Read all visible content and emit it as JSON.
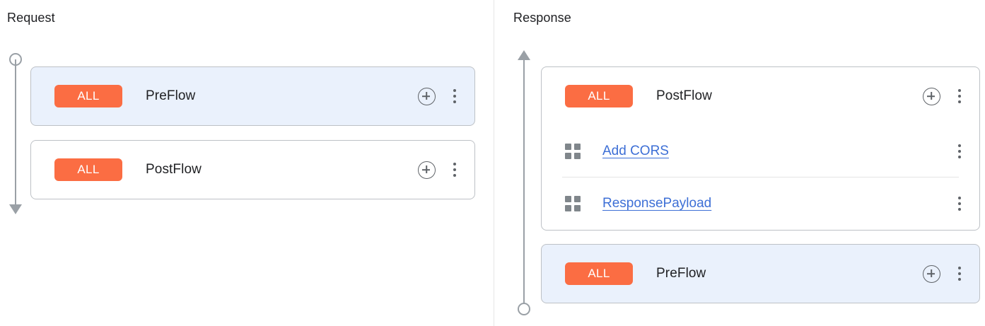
{
  "columns": {
    "request": {
      "heading": "Request",
      "rail": {
        "start_icon": "circle-endpoint-icon",
        "end_icon": "arrow-down-icon",
        "direction": "down"
      },
      "cards": [
        {
          "name": "PreFlow",
          "badge": "ALL",
          "selected": true,
          "add_icon": "plus-circle-icon",
          "menu_icon": "more-vert-icon",
          "policies": []
        },
        {
          "name": "PostFlow",
          "badge": "ALL",
          "selected": false,
          "add_icon": "plus-circle-icon",
          "menu_icon": "more-vert-icon",
          "policies": []
        }
      ]
    },
    "response": {
      "heading": "Response",
      "rail": {
        "start_icon": "arrow-up-icon",
        "end_icon": "circle-endpoint-icon",
        "direction": "up"
      },
      "cards": [
        {
          "name": "PostFlow",
          "badge": "ALL",
          "selected": false,
          "add_icon": "plus-circle-icon",
          "menu_icon": "more-vert-icon",
          "policies": [
            {
              "label": "Add CORS",
              "icon": "policy-grid-icon",
              "menu_icon": "more-vert-icon"
            },
            {
              "label": "ResponsePayload",
              "icon": "policy-grid-icon",
              "menu_icon": "more-vert-icon"
            }
          ]
        },
        {
          "name": "PreFlow",
          "badge": "ALL",
          "selected": true,
          "add_icon": "plus-circle-icon",
          "menu_icon": "more-vert-icon",
          "policies": []
        }
      ]
    }
  },
  "colors": {
    "badge_background": "#fb6d43",
    "badge_text": "#ffffff",
    "selected_card_background": "#eaf1fc",
    "card_border": "#bdc1c6",
    "link": "#3d6fd6",
    "icon_gray": "#5f6368",
    "rail_gray": "#9aa0a6",
    "divider": "#e6e6e6",
    "text_primary": "#202124"
  }
}
